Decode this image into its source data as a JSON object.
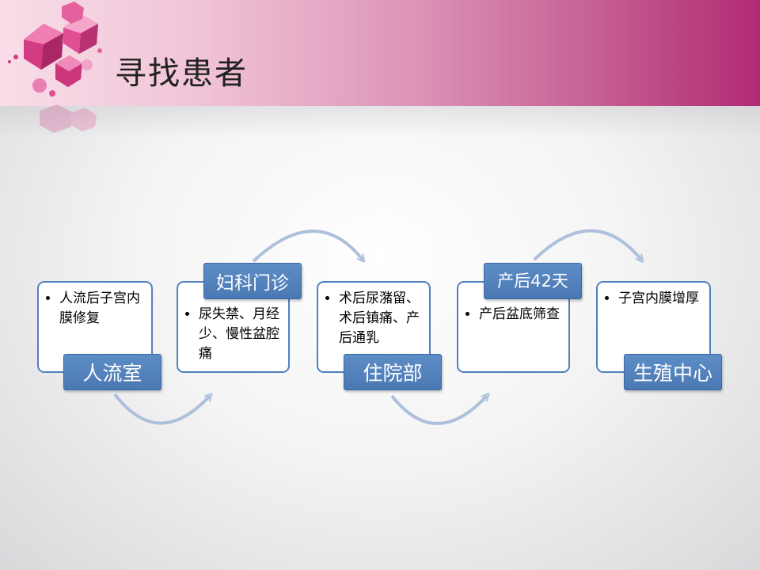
{
  "page": {
    "title": "寻找患者"
  },
  "flow": [
    {
      "label": "人流室",
      "items": [
        "人流后子宫内膜修复"
      ]
    },
    {
      "label": "妇科门诊",
      "items": [
        "尿失禁、月经少、慢性盆腔痛"
      ]
    },
    {
      "label": "住院部",
      "items": [
        "术后尿潴留、术后镇痛、产后通乳"
      ]
    },
    {
      "label": "产后42天",
      "items": [
        "产后盆底筛查"
      ]
    },
    {
      "label": "生殖中心",
      "items": [
        "子宫内膜增厚"
      ]
    }
  ],
  "colors": {
    "accent": "#4f81bd",
    "header_start": "#f8dde8",
    "header_end": "#b02a72",
    "arrow": "#aebfdc"
  }
}
